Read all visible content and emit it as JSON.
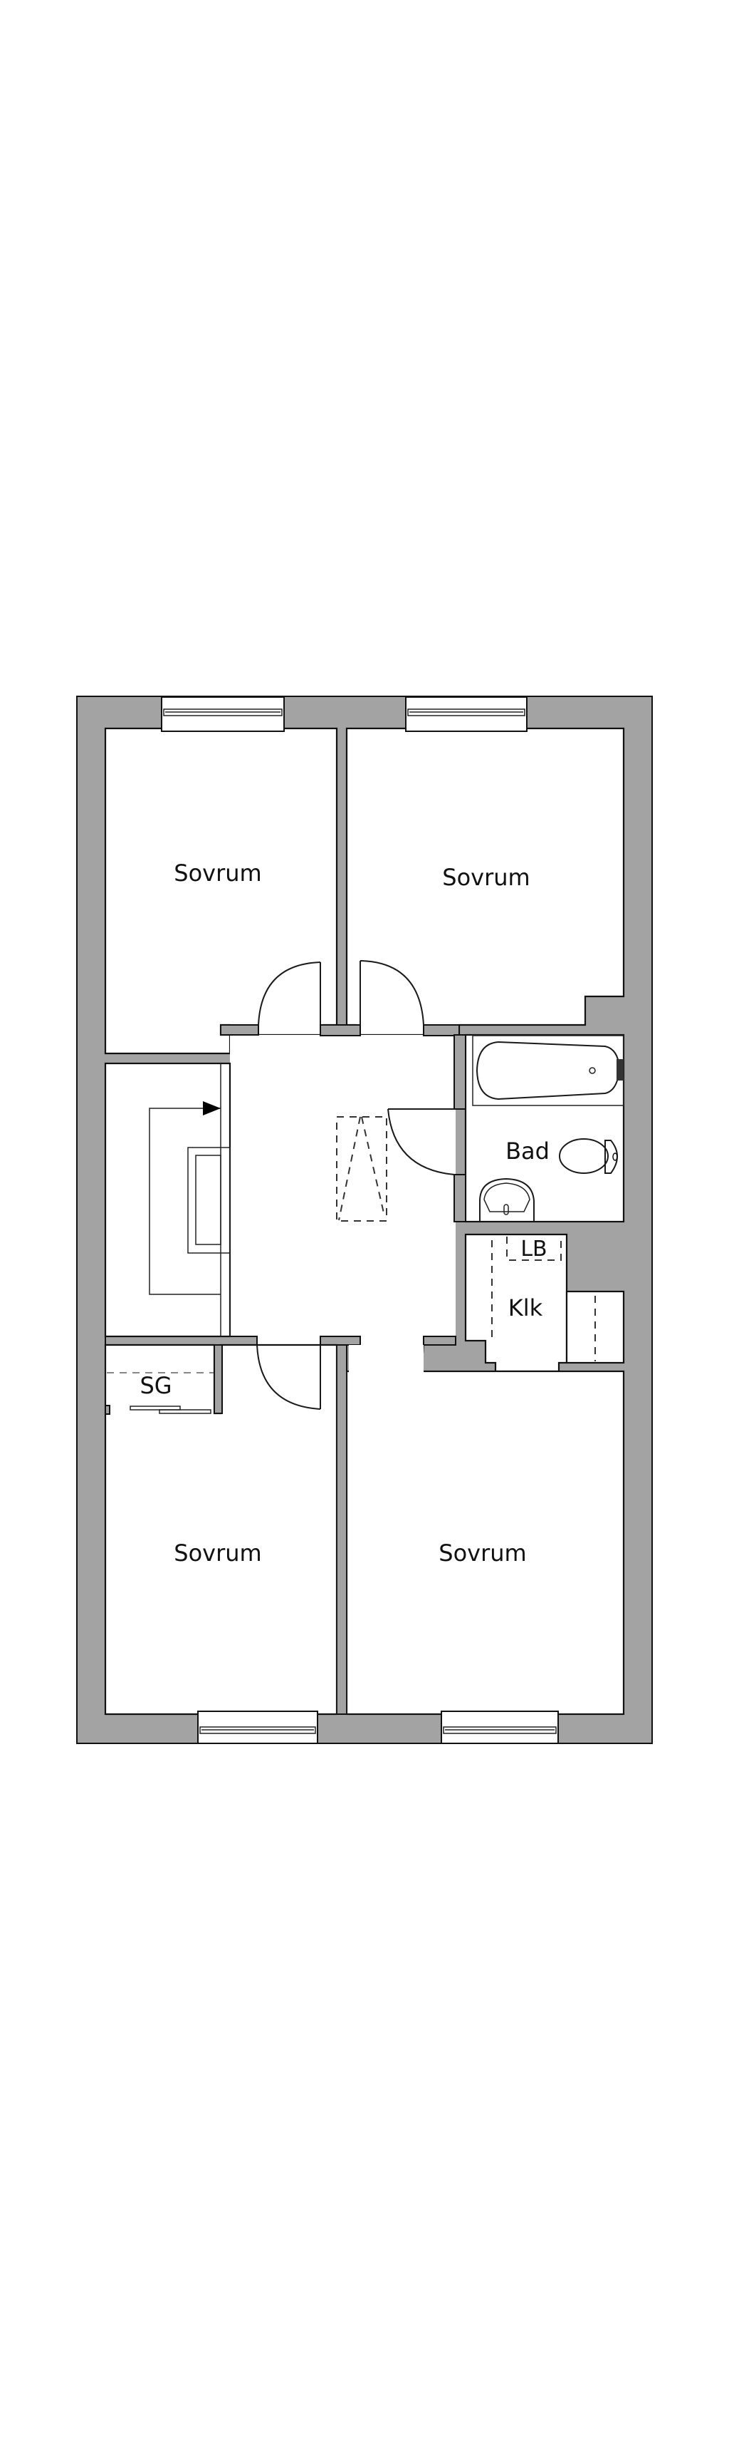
{
  "plan": {
    "wall_color": "#a3a3a3",
    "line_color": "#111111",
    "rooms": [
      {
        "id": "bedroom-top-left",
        "label": "Sovrum"
      },
      {
        "id": "bedroom-top-right",
        "label": "Sovrum"
      },
      {
        "id": "bathroom",
        "label": "Bad"
      },
      {
        "id": "closet-klk",
        "label": "Klk"
      },
      {
        "id": "linen-lb",
        "label": "LB"
      },
      {
        "id": "wardrobe-sg",
        "label": "SG"
      },
      {
        "id": "bedroom-bottom-left",
        "label": "Sovrum"
      },
      {
        "id": "bedroom-bottom-right",
        "label": "Sovrum"
      }
    ],
    "symbols": [
      "window-icon",
      "door-swing-icon",
      "stair-arrow-icon",
      "attic-ladder-icon",
      "bathtub-icon",
      "toilet-icon",
      "sink-icon",
      "sliding-door-icon"
    ]
  }
}
